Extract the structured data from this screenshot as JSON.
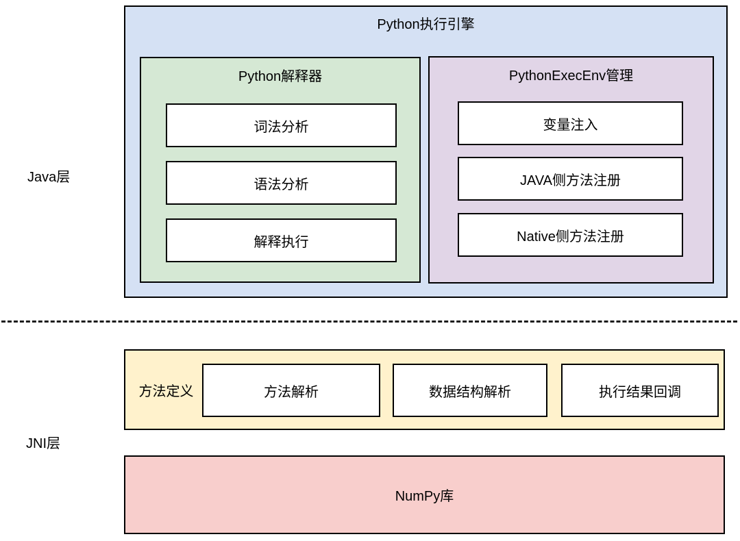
{
  "layers": {
    "java_label": "Java层",
    "jni_label": "JNI层"
  },
  "engine": {
    "title": "Python执行引擎",
    "interpreter": {
      "title": "Python解释器",
      "items": [
        "词法分析",
        "语法分析",
        "解释执行"
      ]
    },
    "exec_env": {
      "title": "PythonExecEnv管理",
      "items": [
        "变量注入",
        "JAVA侧方法注册",
        "Native侧方法注册"
      ]
    }
  },
  "jni_row": {
    "label": "方法定义",
    "items": [
      "方法解析",
      "数据结构解析",
      "执行结果回调"
    ]
  },
  "numpy": {
    "title": "NumPy库"
  },
  "colors": {
    "engine_bg": "#d5e1f4",
    "interpreter_bg": "#d5e8d4",
    "exec_env_bg": "#e1d5e7",
    "jni_row_bg": "#fff2cc",
    "numpy_bg": "#f8cecc",
    "border": "#000000",
    "text": "#000000"
  }
}
